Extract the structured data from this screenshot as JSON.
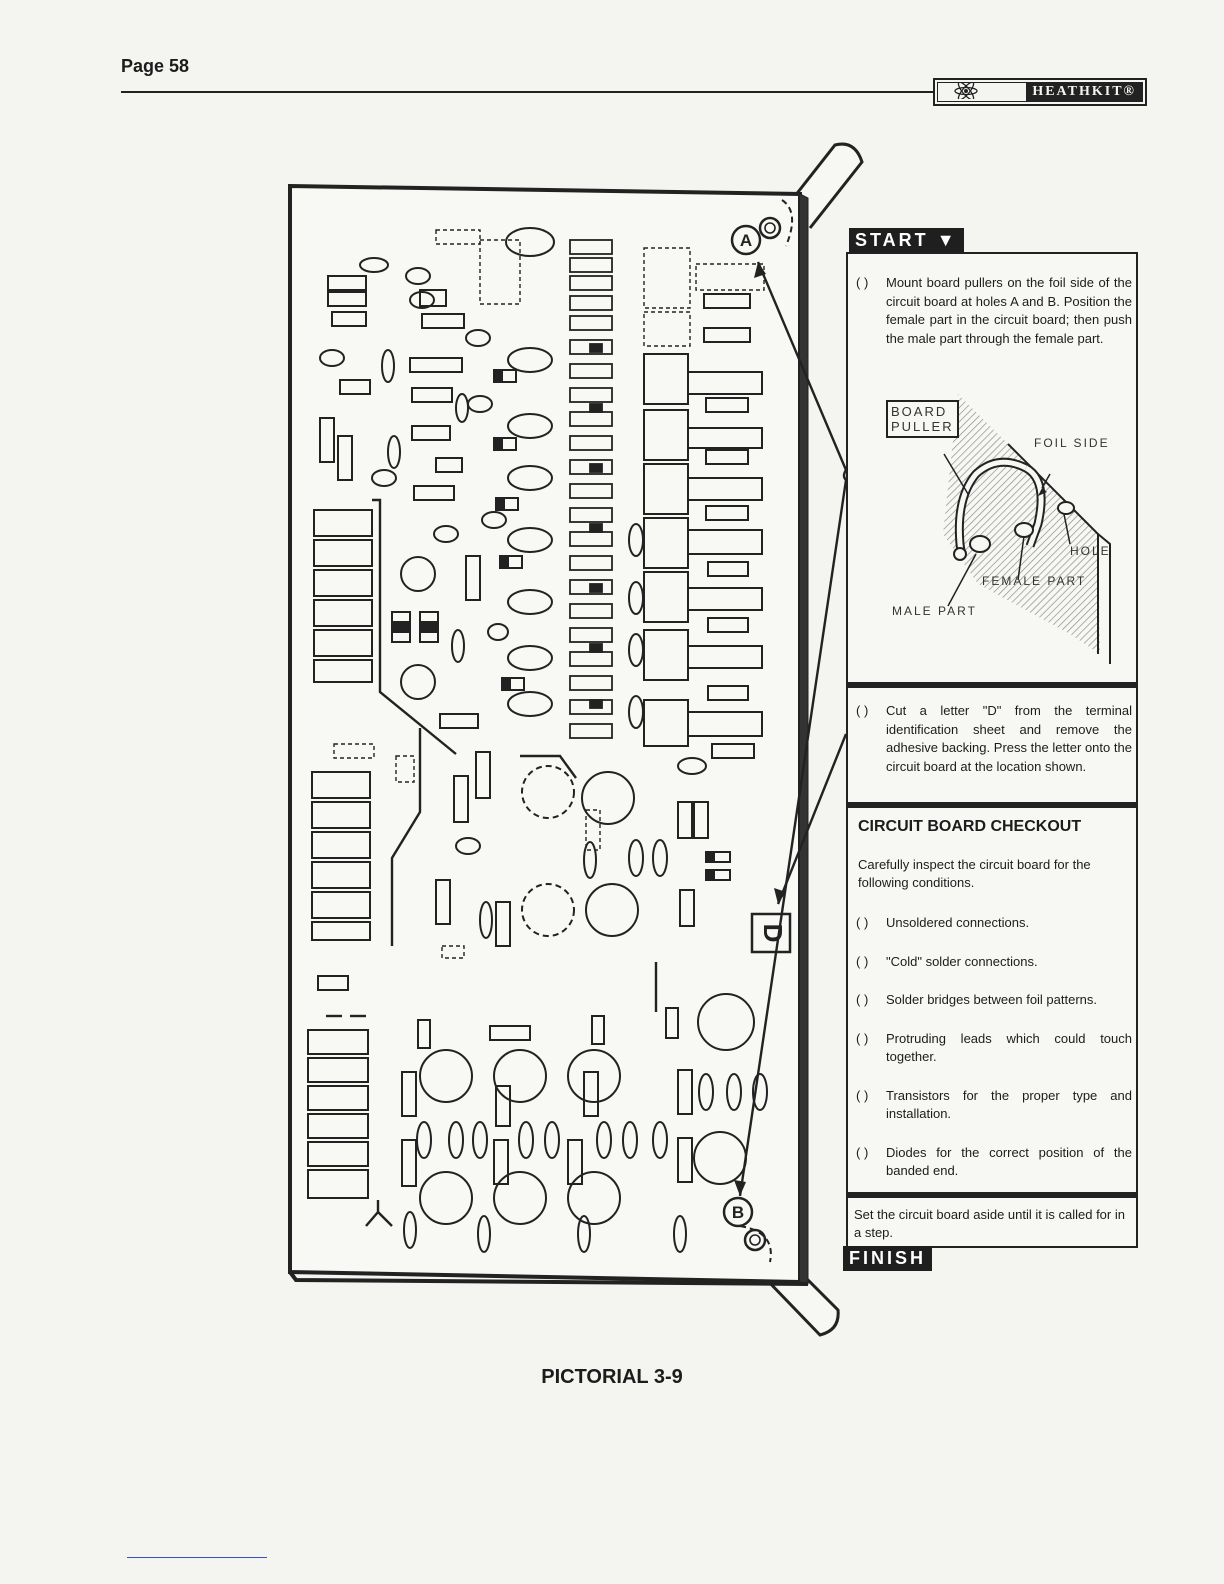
{
  "header": {
    "page_number": "Page 58",
    "brand": "HEATHKIT®"
  },
  "flow": {
    "start_label": "START",
    "finish_label": "FINISH"
  },
  "steps": [
    {
      "check": "( )",
      "text": "Mount board pullers on the foil side of the circuit board at holes A and B. Position the female part in the circuit board; then push the male part through the female part."
    },
    {
      "check": "( )",
      "text": "Cut a letter \"D\" from the terminal identification sheet and remove the adhesive backing. Press the letter onto the circuit board at the location shown."
    }
  ],
  "puller_figure": {
    "board_puller_line1": "BOARD",
    "board_puller_line2": "PULLER",
    "foil_side": "FOIL SIDE",
    "hole": "HOLE",
    "female_part": "FEMALE PART",
    "male_part": "MALE PART"
  },
  "checkout": {
    "heading": "CIRCUIT BOARD CHECKOUT",
    "intro": "Carefully inspect the circuit board for the following conditions.",
    "items": [
      {
        "check": "( )",
        "text": "Unsoldered connections."
      },
      {
        "check": "( )",
        "text": "\"Cold\" solder connections."
      },
      {
        "check": "( )",
        "text": "Solder bridges between foil patterns."
      },
      {
        "check": "( )",
        "text": "Protruding leads which could touch together."
      },
      {
        "check": "( )",
        "text": "Transistors for the proper type and installation."
      },
      {
        "check": "( )",
        "text": "Diodes for the correct position of the banded end."
      }
    ],
    "final_note": "Set the circuit board aside until it is called for in a step."
  },
  "board": {
    "hole_a": "A",
    "hole_b": "B",
    "letter_d": "D"
  },
  "caption": "PICTORIAL 3-9"
}
